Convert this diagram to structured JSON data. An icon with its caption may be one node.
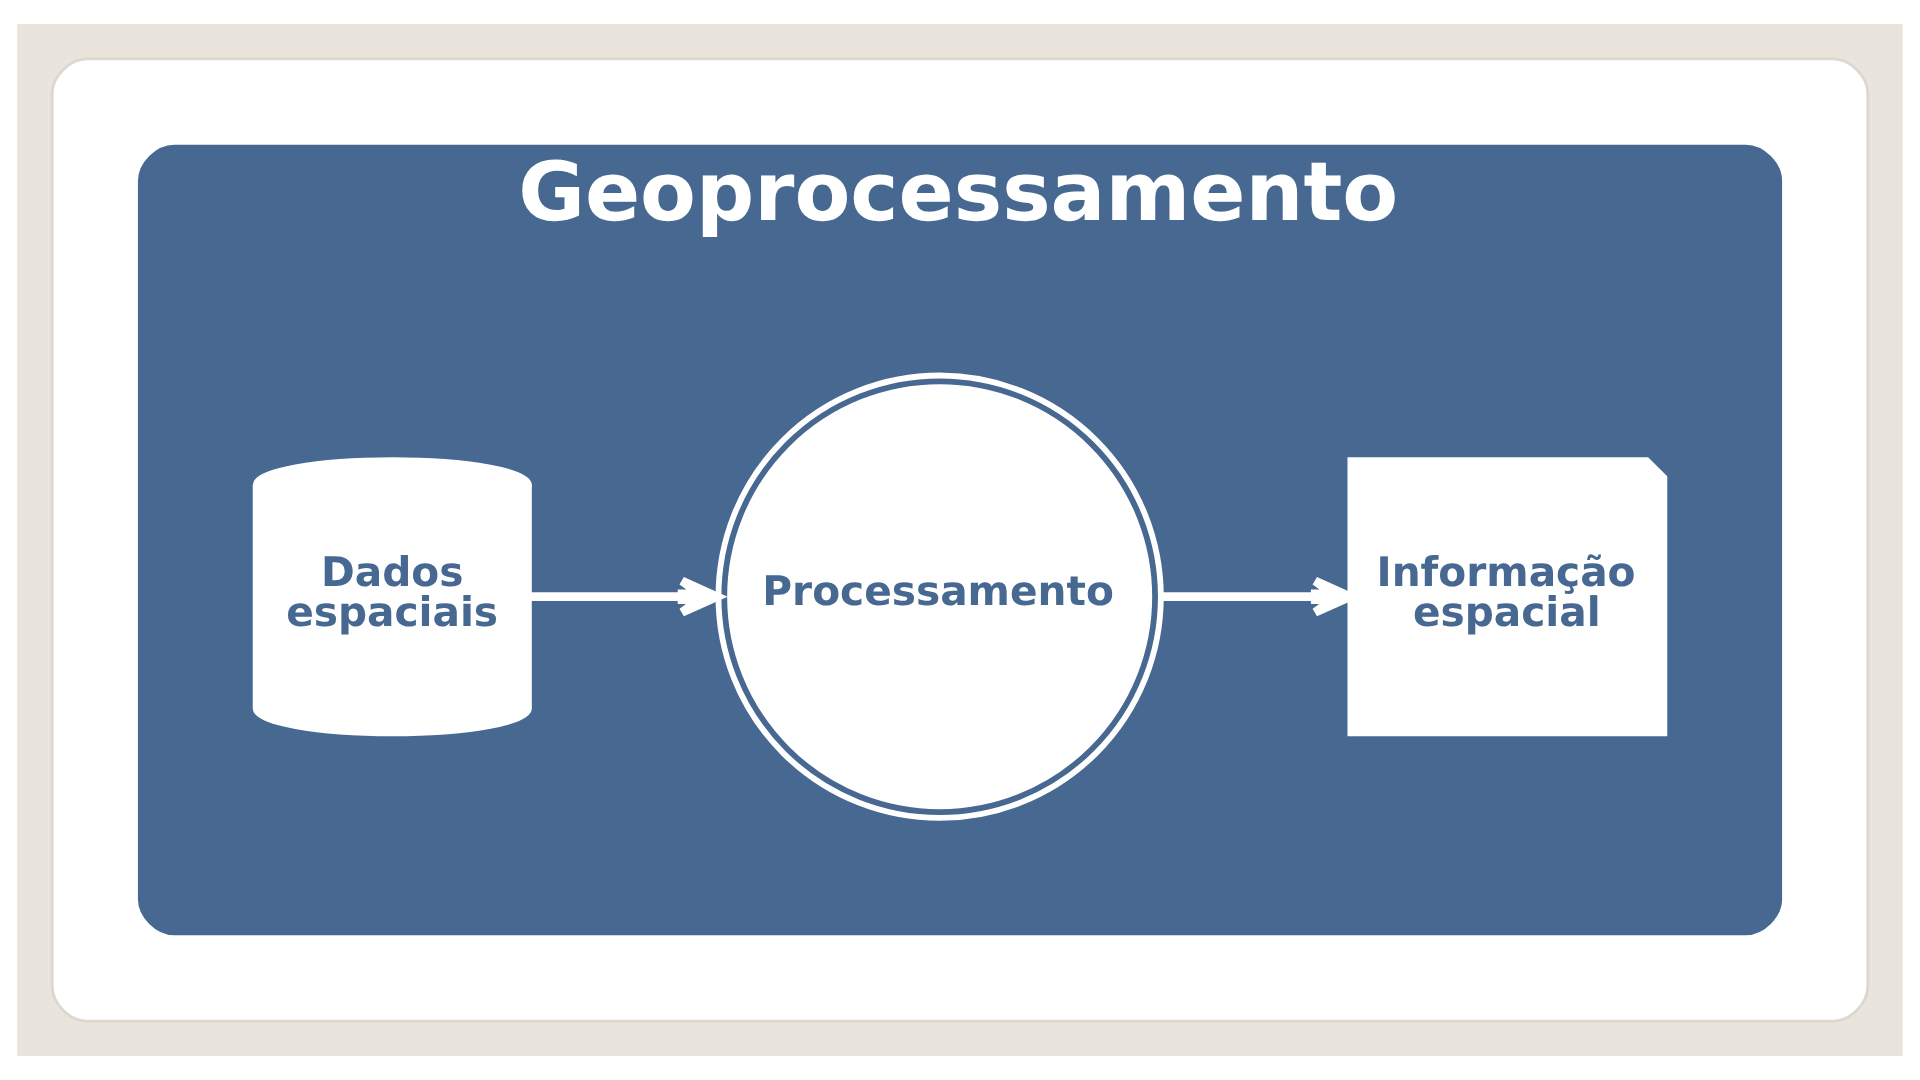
{
  "diagram": {
    "nodes": [
      {
        "text": [],
        "shape": "box"
      },
      {
        "text": [
          "Geoprocessamento"
        ],
        "in": 0
      },
      {
        "text": [
          "Dados espaciais"
        ],
        "in": 1
      },
      {
        "text": [
          "Processamento"
        ],
        "in": 1
      },
      {
        "text": [
          "Informação espacial"
        ],
        "in": 1
      }
    ],
    "edges": [
      {
        "from": 2,
        "to": 3,
        "arrow": "to"
      },
      {
        "from": 3,
        "to": 4,
        "arrow": "to"
      }
    ]
  }
}
